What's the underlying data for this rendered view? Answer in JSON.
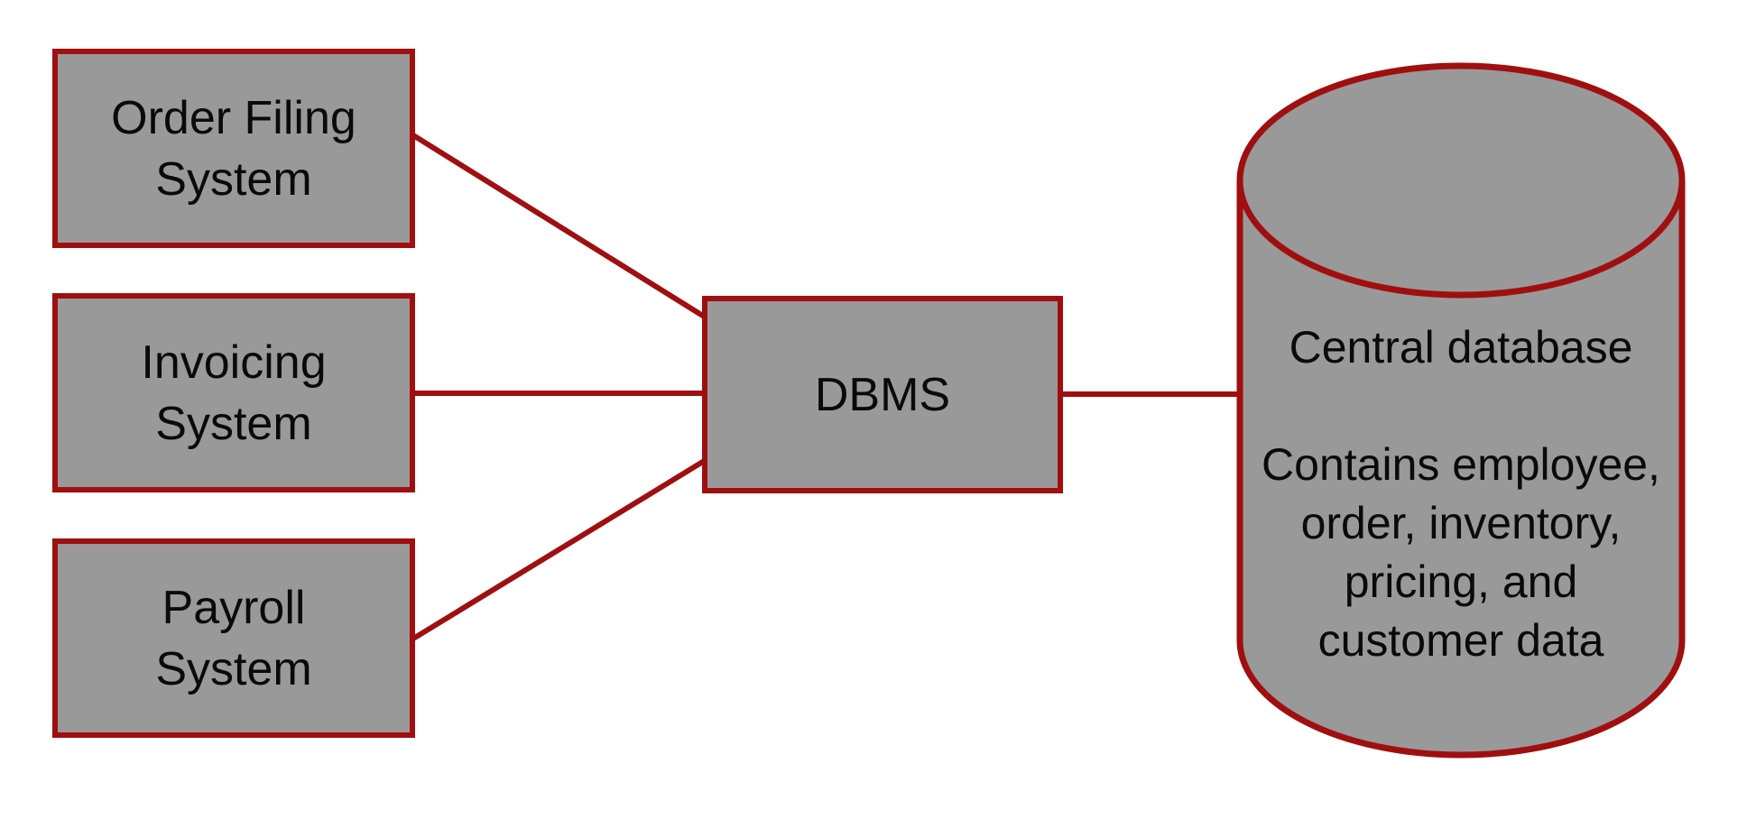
{
  "diagram": {
    "type": "system-architecture",
    "nodes": {
      "order_filing": {
        "shape": "rectangle",
        "label": "Order Filing\nSystem"
      },
      "invoicing": {
        "shape": "rectangle",
        "label": "Invoicing\nSystem"
      },
      "payroll": {
        "shape": "rectangle",
        "label": "Payroll\nSystem"
      },
      "dbms": {
        "shape": "rectangle",
        "label": "DBMS"
      },
      "central_db": {
        "shape": "cylinder",
        "label": "Central database\n\nContains employee,\norder, inventory,\npricing, and\ncustomer data"
      }
    },
    "edges": [
      {
        "from": "order_filing",
        "to": "dbms"
      },
      {
        "from": "invoicing",
        "to": "dbms"
      },
      {
        "from": "payroll",
        "to": "dbms"
      },
      {
        "from": "dbms",
        "to": "central_db"
      }
    ],
    "colors": {
      "node_fill": "#999999",
      "node_border": "#A00F0F",
      "connector": "#A00F0F",
      "text": "#0A0A0A",
      "background": "#FFFFFF"
    }
  }
}
